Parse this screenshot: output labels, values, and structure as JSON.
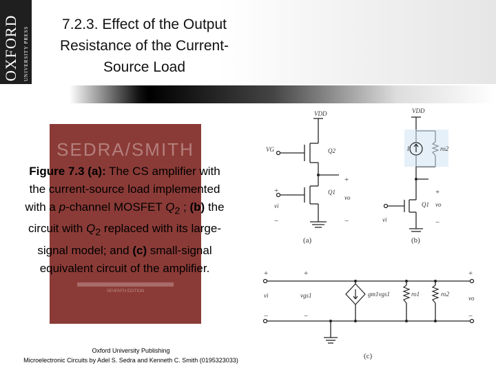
{
  "logo": {
    "name": "OXFORD",
    "tagline": "UNIVERSITY PRESS"
  },
  "slide": {
    "title": "7.2.3. Effect of the Output Resistance of the Current-Source Load"
  },
  "book_cover": {
    "title": "SEDRA/SMITH",
    "tagline": "SEVENTH EDITION"
  },
  "caption": {
    "fig_ref": "Figure 7.3 (a):",
    "text1": " The CS amplifier with the current-source load implemented with a ",
    "p_italic": "p",
    "text2": "-channel MOSFET ",
    "q_letter": "Q",
    "q_sub": "2",
    "text3": " ; ",
    "b_ref": "(b)",
    "text4": " the circuit with ",
    "text5": " replaced with its large-signal model; and ",
    "c_ref": "(c)",
    "text6": " small-signal equivalent circuit of the amplifier."
  },
  "footer": {
    "line1": "Oxford University Publishing",
    "line2": "Microelectronic Circuits by Adel S. Sedra and Kenneth C. Smith (0195323033)"
  },
  "figure": {
    "colors": {
      "highlight": "#cfe3f3",
      "wire": "#222222",
      "label": "#333333"
    },
    "a": {
      "vdd": "VDD",
      "vg": "VG",
      "q2": "Q2",
      "q1": "Q1",
      "vi": "vi",
      "vo": "vo",
      "plus_top": "+",
      "plus_left": "+",
      "minus_right": "−",
      "minus_left": "−",
      "caption": "(a)"
    },
    "b": {
      "vdd": "VDD",
      "i": "I",
      "ro2": "ro2",
      "q1": "Q1",
      "vi": "vi",
      "vo": "vo",
      "plus": "+",
      "minus": "−",
      "caption": "(b)"
    },
    "c": {
      "vi": "vi",
      "vgs1": "vgs1",
      "src": "gm1vgs1",
      "ro1": "ro1",
      "ro2": "ro2",
      "vo": "vo",
      "plus_left": "+",
      "plus_mid": "+",
      "plus_right": "+",
      "minus_left": "−",
      "minus_mid": "−",
      "minus_right": "−",
      "caption": "(c)"
    }
  }
}
